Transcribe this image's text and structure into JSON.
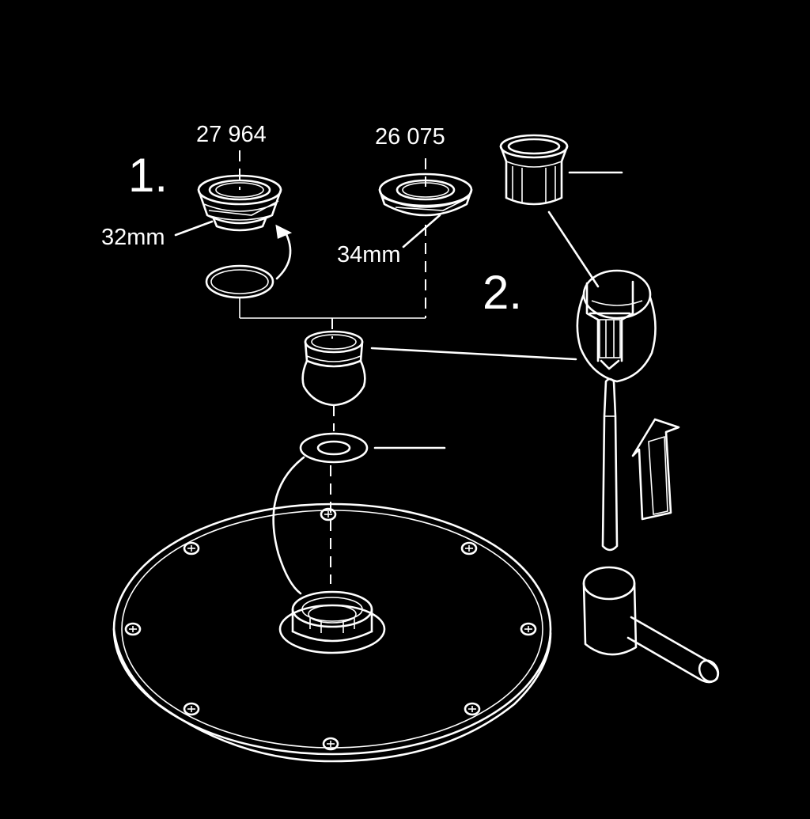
{
  "labels": {
    "part_a": "27 964",
    "part_b": "26 075",
    "step_1": "1.",
    "step_2": "2.",
    "size_a": "32mm",
    "size_b": "34mm"
  },
  "colors": {
    "background": "#000000",
    "line": "#ffffff"
  }
}
